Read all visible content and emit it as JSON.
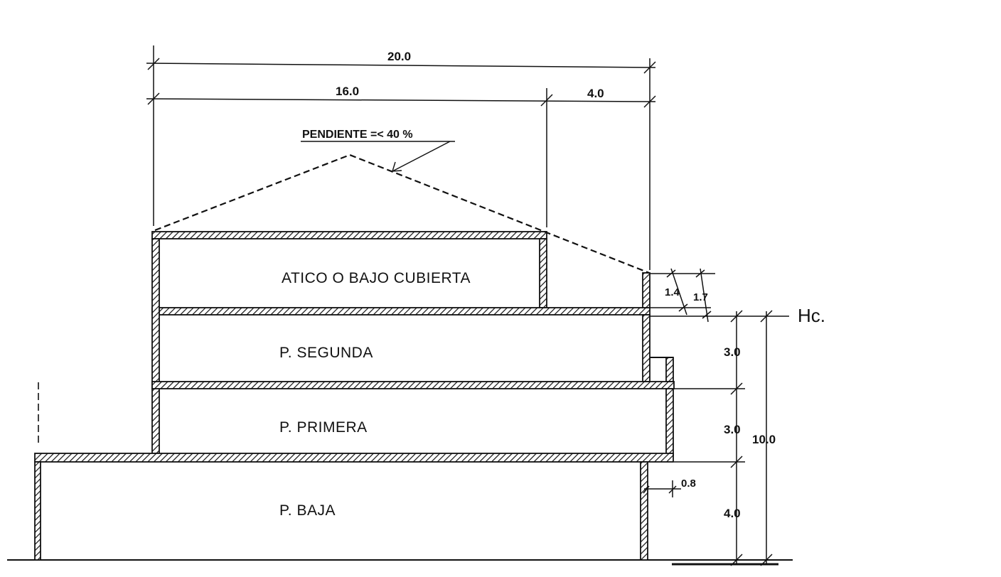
{
  "drawing": {
    "rooms": {
      "attic": "ATICO O BAJO CUBIERTA",
      "second": "P. SEGUNDA",
      "first": "P. PRIMERA",
      "ground": "P. BAJA"
    },
    "dimensions": {
      "total_width": "20.0",
      "main_width": "16.0",
      "setback_width": "4.0",
      "parapet_low": "1.4",
      "parapet_high": "1.7",
      "floor_second": "3.0",
      "floor_first": "3.0",
      "floor_ground": "4.0",
      "total_height": "10.0",
      "ground_overhang": "0.8"
    },
    "slope_note": "PENDIENTE =< 40 %",
    "height_marker": "Hc."
  }
}
